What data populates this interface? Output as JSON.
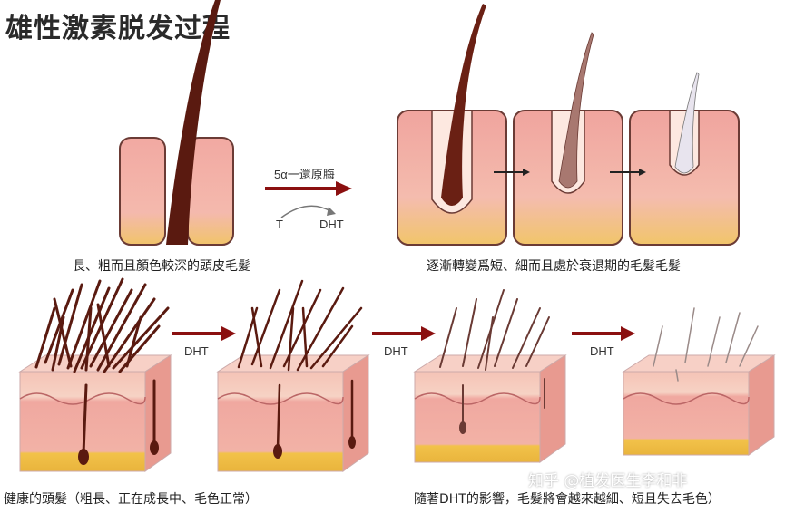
{
  "title": "雄性激素脱发过程",
  "top_panel": {
    "enzyme_label": "5α一還原脢",
    "t_label": "T",
    "dht_label": "DHT",
    "left_caption": "長、粗而且顏色較深的頭皮毛髮",
    "right_caption": "逐漸轉變爲短、細而且處於衰退期的毛髮毛髮"
  },
  "bottom_panel": {
    "arrow_labels": [
      "DHT",
      "DHT",
      "DHT"
    ],
    "left_caption": "健康的頭髮（粗長、正在成長中、毛色正常）",
    "right_caption": "隨著DHT的影響，毛髮將會越來越細、短且失去毛色）"
  },
  "watermark": "知乎 @植发医生李和非",
  "colors": {
    "skin": "#f0a8a0",
    "skin_light": "#f7c9c0",
    "fat": "#f2c24a",
    "hair_dark": "#5a1a10",
    "arrow": "#8b1010"
  }
}
